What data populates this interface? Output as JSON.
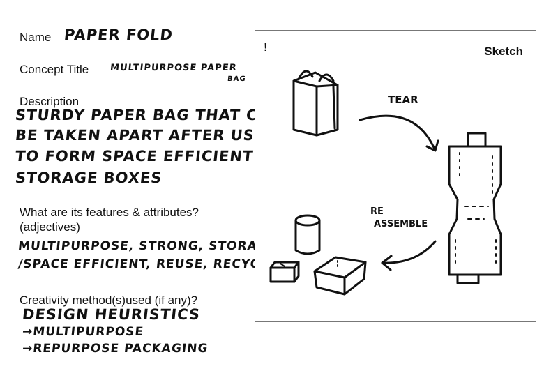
{
  "name": {
    "label": "Name",
    "value": "PAPER FOLD"
  },
  "concept_title": {
    "label": "Concept Title",
    "value_line1": "MULTIPURPOSE PAPER",
    "value_line2": "BAG"
  },
  "description": {
    "label": "Description",
    "lines": [
      "STURDY PAPER BAG THAT CAN",
      "BE TAKEN APART AFTER USE",
      "TO FORM SPACE EFFICIENT",
      "STORAGE BOXES"
    ]
  },
  "features": {
    "label_line1": "What are its features & attributes?",
    "label_line2": "(adjectives)",
    "lines": [
      "MULTIPURPOSE, STRONG, STORAGE-",
      "/SPACE EFFICIENT, REUSE, RECYCLE"
    ]
  },
  "creativity": {
    "label": "Creativity method(s)used (if any)?",
    "lines": [
      "DESIGN HEURISTICS",
      "→MULTIPURPOSE",
      "→REPURPOSE PACKAGING"
    ]
  },
  "sketch": {
    "title": "Sketch",
    "mark": "!",
    "annotation_tear": "TEAR",
    "annotation_reassemble_1": "RE",
    "annotation_reassemble_2": "ASSEMBLE"
  }
}
